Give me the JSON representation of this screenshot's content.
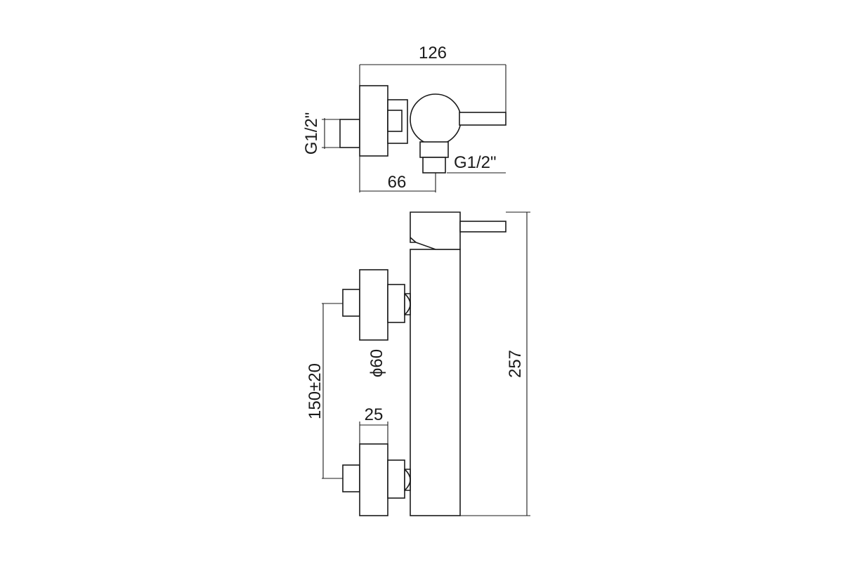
{
  "dimensions": {
    "top_width": "126",
    "top_inlet_offset": "66",
    "top_left_thread": "G1/2\"",
    "top_outlet_thread": "G1/2\"",
    "body_height": "257",
    "inlet_spacing": "150±20",
    "flange_diameter": "ϕ60",
    "flange_depth": "25"
  },
  "colors": {
    "line": "#1a1a1a",
    "background": "#ffffff"
  }
}
